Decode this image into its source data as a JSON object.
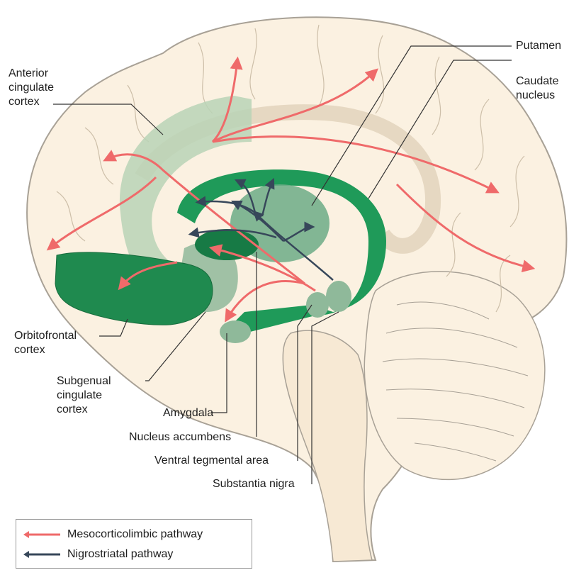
{
  "labels": {
    "putamen": "Putamen",
    "caudate": "Caudate\nnucleus",
    "anterior_cingulate": "Anterior\ncingulate\ncortex",
    "orbitofrontal": "Orbitofrontal\ncortex",
    "subgenual": "Subgenual\ncingulate\ncortex",
    "amygdala": "Amygdala",
    "nucleus_accumbens": "Nucleus accumbens",
    "vta": "Ventral tegmental area",
    "substantia_nigra": "Substantia nigra"
  },
  "legend": {
    "mesocorticolimbic": "Mesocorticolimbic pathway",
    "nigrostriatal": "Nigrostriatal pathway"
  },
  "colors": {
    "brain_fill": "#fbf1e1",
    "brain_outline": "#a8a196",
    "dark_green": "#1f9a59",
    "mid_green": "#6cab86",
    "light_green": "#b8d3b6",
    "meso_arrow": "#ef6a6a",
    "nigro_arrow": "#37475a"
  }
}
